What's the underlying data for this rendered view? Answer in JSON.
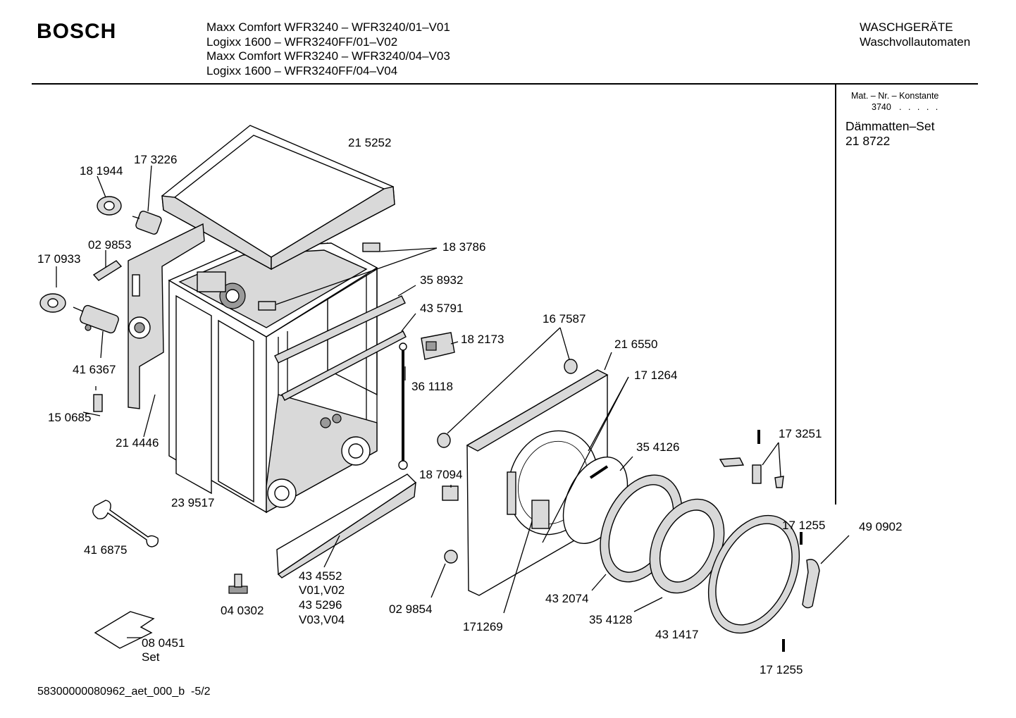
{
  "header": {
    "brand": "BOSCH",
    "models": [
      "Maxx Comfort WFR3240 – WFR3240/01–V01",
      "Logixx 1600 – WFR3240FF/01–V02",
      "Maxx Comfort WFR3240 – WFR3240/04–V03",
      "Logixx 1600 – WFR3240FF/04–V04"
    ],
    "category_line1": "WASCHGERÄTE",
    "category_line2": "Waschvollautomaten"
  },
  "sidebar": {
    "mat_heading": "Mat. – Nr. – Konstante",
    "mat_value": "3740",
    "mat_dots": ". . . . .",
    "set_title": "Dämmatten–Set",
    "set_number": "21 8722"
  },
  "labels": {
    "p215252": "21 5252",
    "p173226": "17 3226",
    "p181944": "18 1944",
    "p029853": "02 9853",
    "p170933": "17 0933",
    "p183786": "18 3786",
    "p358932": "35 8932",
    "p435791": "43 5791",
    "p182173": "18 2173",
    "p167587": "16 7587",
    "p216550": "21 6550",
    "p171264": "17 1264",
    "p416367": "41 6367",
    "p361118": "36 1118",
    "p150685": "15 0685",
    "p214446": "21 4446",
    "p354126": "35 4126",
    "p173251": "17 3251",
    "p187094": "18 7094",
    "p239517": "23 9517",
    "p416875": "41 6875",
    "p171255a": "17 1255",
    "p490902": "49 0902",
    "p434552": "43 4552",
    "v0102": "V01,V02",
    "p435296": "43 5296",
    "v0304": "V03,V04",
    "p040302": "04 0302",
    "p029854": "02 9854",
    "p432074": "43 2074",
    "p171269": "171269",
    "p354128": "35 4128",
    "p431417": "43 1417",
    "p080451": "08 0451",
    "set": "Set",
    "p171255b": "17 1255"
  },
  "footer": {
    "doc_id": "58300000080962_aet_000_b",
    "page": "-5/2"
  }
}
